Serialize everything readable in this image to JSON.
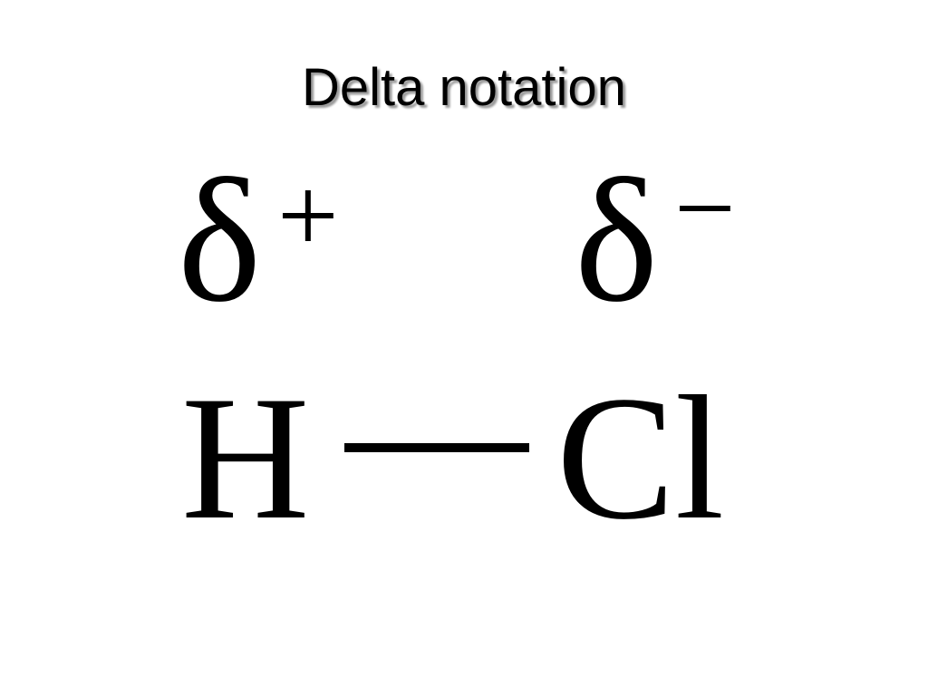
{
  "slide": {
    "title": "Delta notation",
    "formula": {
      "left_atom": {
        "delta": "δ",
        "charge": "+",
        "symbol": "H"
      },
      "bond": "single-bond",
      "right_atom": {
        "delta": "δ",
        "charge": "−",
        "symbol": "Cl"
      }
    }
  }
}
